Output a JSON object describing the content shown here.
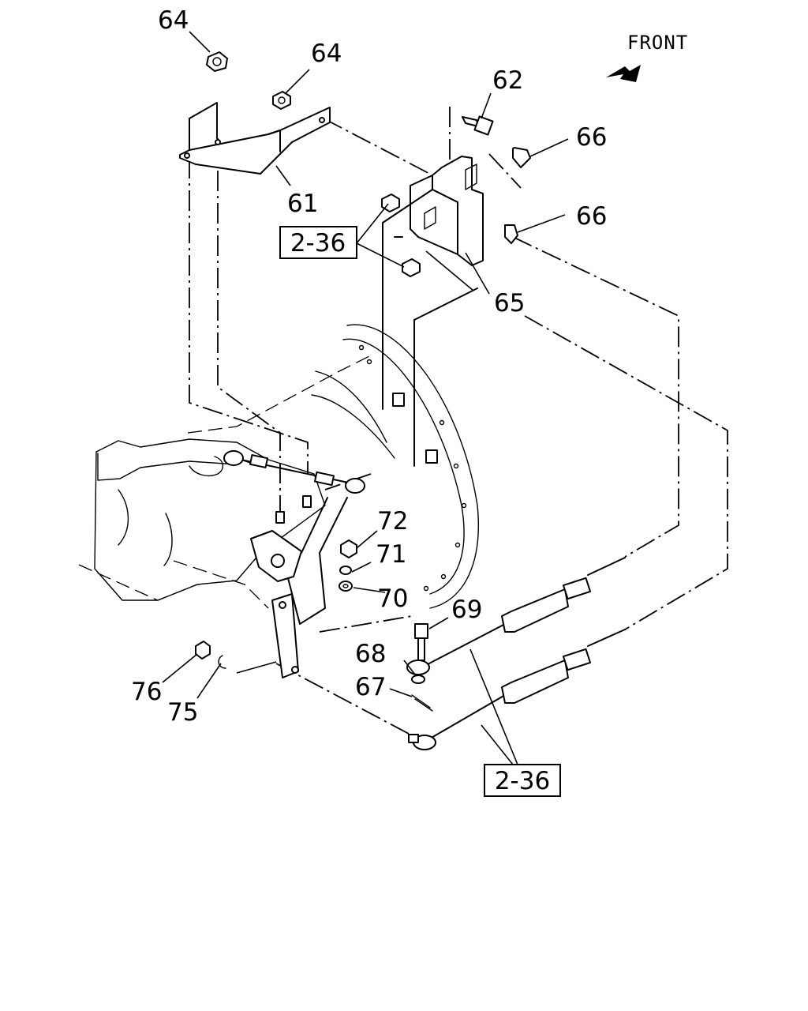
{
  "diagram": {
    "direction_label": "FRONT",
    "callouts": {
      "c64a": "64",
      "c64b": "64",
      "c62": "62",
      "c66a": "66",
      "c66b": "66",
      "c61": "61",
      "c65": "65",
      "c72": "72",
      "c71": "71",
      "c70": "70",
      "c69": "69",
      "c68": "68",
      "c67": "67",
      "c76": "76",
      "c75": "75"
    },
    "references": {
      "ref_upper": "2-36",
      "ref_lower": "2-36"
    }
  }
}
